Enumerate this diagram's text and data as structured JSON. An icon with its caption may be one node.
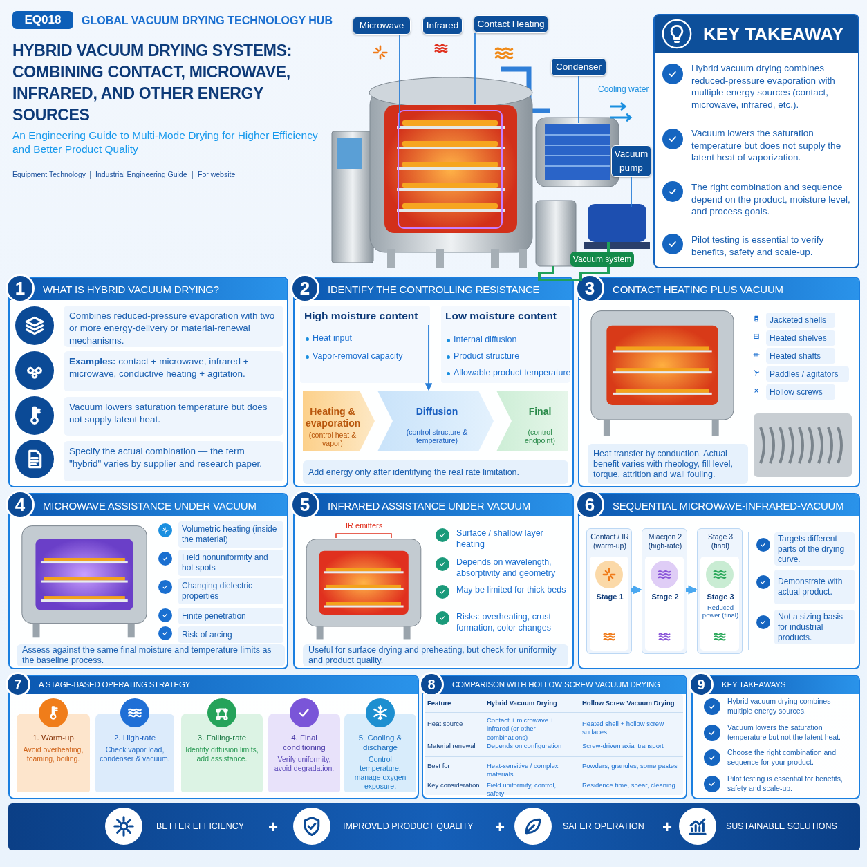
{
  "diagram": {
    "title": "HYBRID VACUUM DRYING SYSTEMS: COMBINING CONTACT, MICROWAVE, INFRARED, AND OTHER ENERGY SOURCES",
    "nodes": [
      {
        "text": [
          "EQ018"
        ]
      },
      {
        "text": [
          "Microwave"
        ]
      },
      {
        "text": [
          "Infrared"
        ]
      },
      {
        "text": [
          "Contact Heating"
        ]
      },
      {
        "text": [
          "Condenser"
        ]
      },
      {
        "text": [
          "Vacuum pump"
        ]
      },
      {
        "text": [
          "Vacuum system"
        ]
      },
      {
        "text": [
          "KEY TAKEAWAY"
        ]
      },
      {
        "text": [
          "1",
          "WHAT IS HYBRID VACUUM DRYING?"
        ]
      },
      {
        "text": [
          "Combines reduced-pressure evaporation with two or more energy-delivery or material-renewal mechanisms."
        ],
        "in": 8
      },
      {
        "text": [
          "**Examples:** contact + microwave, infrared + microwave, conductive heating + agitation."
        ],
        "in": 8
      },
      {
        "text": [
          "Vacuum lowers saturation temperature but does not supply latent heat."
        ],
        "in": 8
      },
      {
        "text": [
          "Specify the actual combination — the term \"hybrid\" varies by supplier and research paper."
        ],
        "in": 8
      },
      {
        "text": [
          "2",
          "IDENTIFY THE CONTROLLING RESISTANCE"
        ]
      },
      {
        "text": [
          "High moisture content",
          "Heat input",
          "Vapor-removal capacity"
        ],
        "in": 13
      },
      {
        "text": [
          "Low moisture content",
          "Internal diffusion",
          "Product structure",
          "Allowable product temperature"
        ],
        "in": 13
      },
      {
        "text": [
          "Heating & evaporation",
          "(control heat & vapor)"
        ],
        "in": 13
      },
      {
        "text": [
          "Diffusion",
          "(control structure & temperature)"
        ],
        "in": 13
      },
      {
        "text": [
          "Final",
          "(control endpoint)"
        ],
        "in": 13
      },
      {
        "text": [
          "Add energy only after identifying the real rate limitation."
        ],
        "in": 13
      },
      {
        "text": [
          "3",
          "CONTACT HEATING PLUS VACUUM"
        ]
      },
      {
        "text": [
          "Jacketed shells"
        ],
        "in": 20
      },
      {
        "text": [
          "Heated shelves"
        ],
        "in": 20
      },
      {
        "text": [
          "Heated shafts"
        ],
        "in": 20
      },
      {
        "text": [
          "Paddles / agitators"
        ],
        "in": 20
      },
      {
        "text": [
          "Hollow screws"
        ],
        "in": 20
      },
      {
        "text": [
          "Heat transfer by conduction. Actual benefit varies with rheology, fill level, torque, attrition and wall fouling."
        ],
        "in": 20
      },
      {
        "text": [
          "4",
          "MICROWAVE ASSISTANCE UNDER VACUUM"
        ]
      },
      {
        "text": [
          "Volumetric heating (inside the material)"
        ],
        "in": 27
      },
      {
        "text": [
          "Field nonuniformity and hot spots"
        ],
        "in": 27
      },
      {
        "text": [
          "Changing dielectric properties"
        ],
        "in": 27
      },
      {
        "text": [
          "Finite penetration"
        ],
        "in": 27
      },
      {
        "text": [
          "Risk of arcing"
        ],
        "in": 27
      },
      {
        "text": [
          "Assess against the same final moisture and temperature limits as the baseline process."
        ],
        "in": 27
      },
      {
        "text": [
          "5",
          "INFRARED ASSISTANCE UNDER VACUUM"
        ]
      },
      {
        "text": [
          "Useful for surface drying and preheating, but check for uniformity and product quality."
        ],
        "in": 34
      },
      {
        "text": [
          "6",
          "SEQUENTIAL MICROWAVE-INFRARED-VACUUM"
        ]
      },
      {
        "text": [
          "Contact / IR (warm-up)",
          "Stage 1"
        ],
        "in": 36
      },
      {
        "text": [
          "Miacqon 2 (high-rate)",
          "Stage 2"
        ],
        "in": 36
      },
      {
        "text": [
          "Stage 3 (final)",
          "Stage 3",
          "Reduced power (final)"
        ],
        "in": 36
      },
      {
        "text": [
          "Targets different parts of the drying curve."
        ],
        "in": 36
      },
      {
        "text": [
          "Demonstrate with actual product."
        ],
        "in": 36
      },
      {
        "text": [
          "Not a sizing basis for industrial products."
        ],
        "in": 36
      },
      {
        "text": [
          "7",
          "A STAGE-BASED OPERATING STRATEGY"
        ]
      },
      {
        "text": [
          "1. Warm-up",
          "Avoid overheating, foaming, boiling."
        ],
        "in": 43
      },
      {
        "text": [
          "2. High-rate",
          "Check vapor load, condenser & vacuum."
        ],
        "in": 43
      },
      {
        "text": [
          "3. Falling-rate",
          "Identify diffusion limits, add assistance."
        ],
        "in": 43
      },
      {
        "text": [
          "4. Final conditioning",
          "Verify uniformity, avoid degradation."
        ],
        "in": 43
      },
      {
        "text": [
          "5. Cooling & discharge",
          "Control temperature, manage oxygen exposure."
        ],
        "in": 43
      },
      {
        "text": [
          "8",
          "COMPARISON WITH HOLLOW SCREW VACUUM DRYING"
        ]
      },
      {
        "text": [
          "9",
          "KEY TAKEAWAYS"
        ]
      },
      {
        "text": [
          "BETTER EFFICIENCY",
          "IMPROVED PRODUCT QUALITY",
          "SAFER OPERATION",
          "SUSTAINABLE SOLUTIONS"
        ]
      }
    ],
    "edges": [
      {
        "from": 1,
        "to": null,
        "arrow": "none"
      },
      {
        "from": 3,
        "to": null,
        "arrow": "none"
      },
      {
        "from": 4,
        "to": null,
        "arrow": "none"
      },
      {
        "from": 5,
        "to": null,
        "arrow": "none"
      },
      {
        "from": 14,
        "to": 17,
        "arrow": "to"
      },
      {
        "from": 37,
        "to": 38,
        "arrow": "to",
        "style": "thick"
      },
      {
        "from": 38,
        "to": 39,
        "arrow": "to",
        "style": "thick"
      }
    ],
    "labels": [
      "GLOBAL VACUUM DRYING TECHNOLOGY HUB",
      "An Engineering Guide to Multi-Mode Drying for Higher Efficiency and Better Product Quality",
      "Equipment Technology",
      "Industrial Engineering Guide",
      "For website",
      "Cooling water",
      "Hybrid vacuum drying combines reduced-pressure evaporation with multiple energy sources (contact, microwave, infrared, etc.).",
      "Vacuum lowers the saturation temperature but does not supply the latent heat of vaporization.",
      "The right combination and sequence depend on the product, moisture level, and process goals.",
      "Pilot testing is essential to verify benefits, safety and scale-up.",
      "IR emitters",
      "Surface / shallow layer heating",
      "Depends on wavelength, absorptivity and geometry",
      "May be limited for thick beds",
      "Risks: overheating, crust formation, color changes",
      "Feature",
      "Hybrid Vacuum Drying",
      "Hollow Screw Vacuum Drying",
      "Heat source",
      "Contact + microwave + infrared (or other combinations)",
      "Heated shell + hollow screw surfaces",
      "Material renewal",
      "Depends on configuration",
      "Screw-driven axial transport",
      "Best for",
      "Heat-sensitive / complex materials",
      "Powders, granules, some pastes",
      "Key consideration",
      "Field uniformity, control, safety",
      "Residence time, shear, cleaning",
      "Hybrid vacuum drying combines multiple energy sources.",
      "Vacuum lowers the saturation temperature but not the latent heat.",
      "Choose the right combination and sequence for your product.",
      "Pilot testing is essential for benefits, safety and scale-up.",
      "+",
      "+",
      "+"
    ]
  }
}
